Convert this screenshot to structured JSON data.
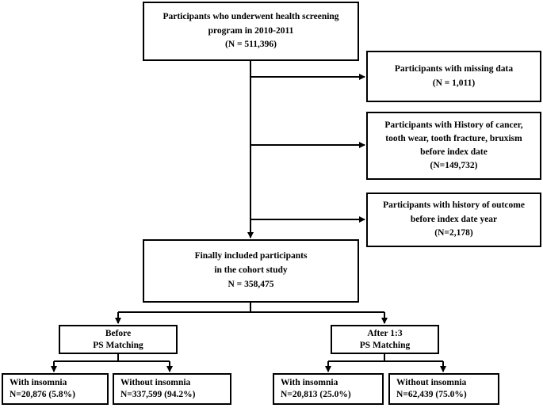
{
  "nodes": {
    "screening": {
      "lines": [
        "Participants who underwent health screening",
        "program in 2010-2011",
        "(N = 511,396)"
      ]
    },
    "missing": {
      "lines": [
        "Participants with missing data",
        "(N = 1,011)"
      ]
    },
    "history_cancer": {
      "lines": [
        "Participants with History of cancer,",
        "tooth wear, tooth fracture, bruxism",
        "before index date",
        "(N=149,732)"
      ]
    },
    "history_outcome": {
      "lines": [
        "Participants with history of outcome",
        "before index date year",
        "(N=2,178)"
      ]
    },
    "included": {
      "lines": [
        "Finally included participants",
        "in the cohort study",
        "N = 358,475"
      ]
    },
    "before_psm": {
      "lines": [
        "Before",
        "PS Matching"
      ]
    },
    "after_psm": {
      "lines": [
        "After 1:3",
        "PS Matching"
      ]
    },
    "before_with": {
      "lines": [
        "With insomnia",
        "N=20,876 (5.8%)"
      ]
    },
    "before_without": {
      "lines": [
        "Without insomnia",
        "N=337,599 (94.2%)"
      ]
    },
    "after_with": {
      "lines": [
        "With insomnia",
        "N=20,813 (25.0%)"
      ]
    },
    "after_without": {
      "lines": [
        "Without insomnia",
        "N=62,439 (75.0%)"
      ]
    }
  },
  "colors": {
    "stroke": "#000000",
    "background": "#ffffff"
  }
}
